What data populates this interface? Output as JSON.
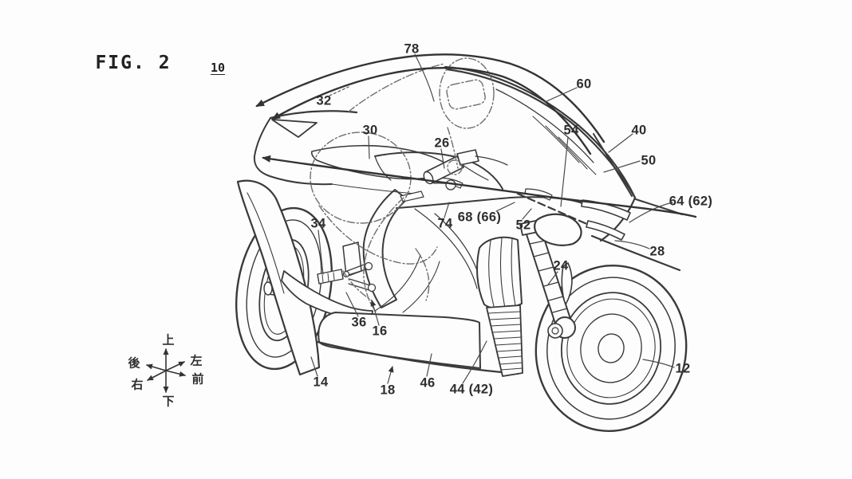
{
  "figure": {
    "title": "FIG. 2",
    "overall_reference": "10"
  },
  "reference_numerals": {
    "r78": "78",
    "r60": "60",
    "r32": "32",
    "r30": "30",
    "r26": "26",
    "r54": "54",
    "r40": "40",
    "r50": "50",
    "r64": "64 (62)",
    "r68": "68 (66)",
    "r74": "74",
    "r52": "52",
    "r28": "28",
    "r34": "34",
    "r24": "24",
    "r36": "36",
    "r16": "16",
    "r14": "14",
    "r18": "18",
    "r46": "46",
    "r44": "44 (42)",
    "r12": "12"
  },
  "direction_legend": {
    "up": "上",
    "down": "下",
    "rear": "後",
    "right": "右",
    "left": "左",
    "front": "前"
  },
  "colors": {
    "line": "#333333",
    "label_text": "#2e2e2e",
    "background": "#fdfdfd"
  }
}
